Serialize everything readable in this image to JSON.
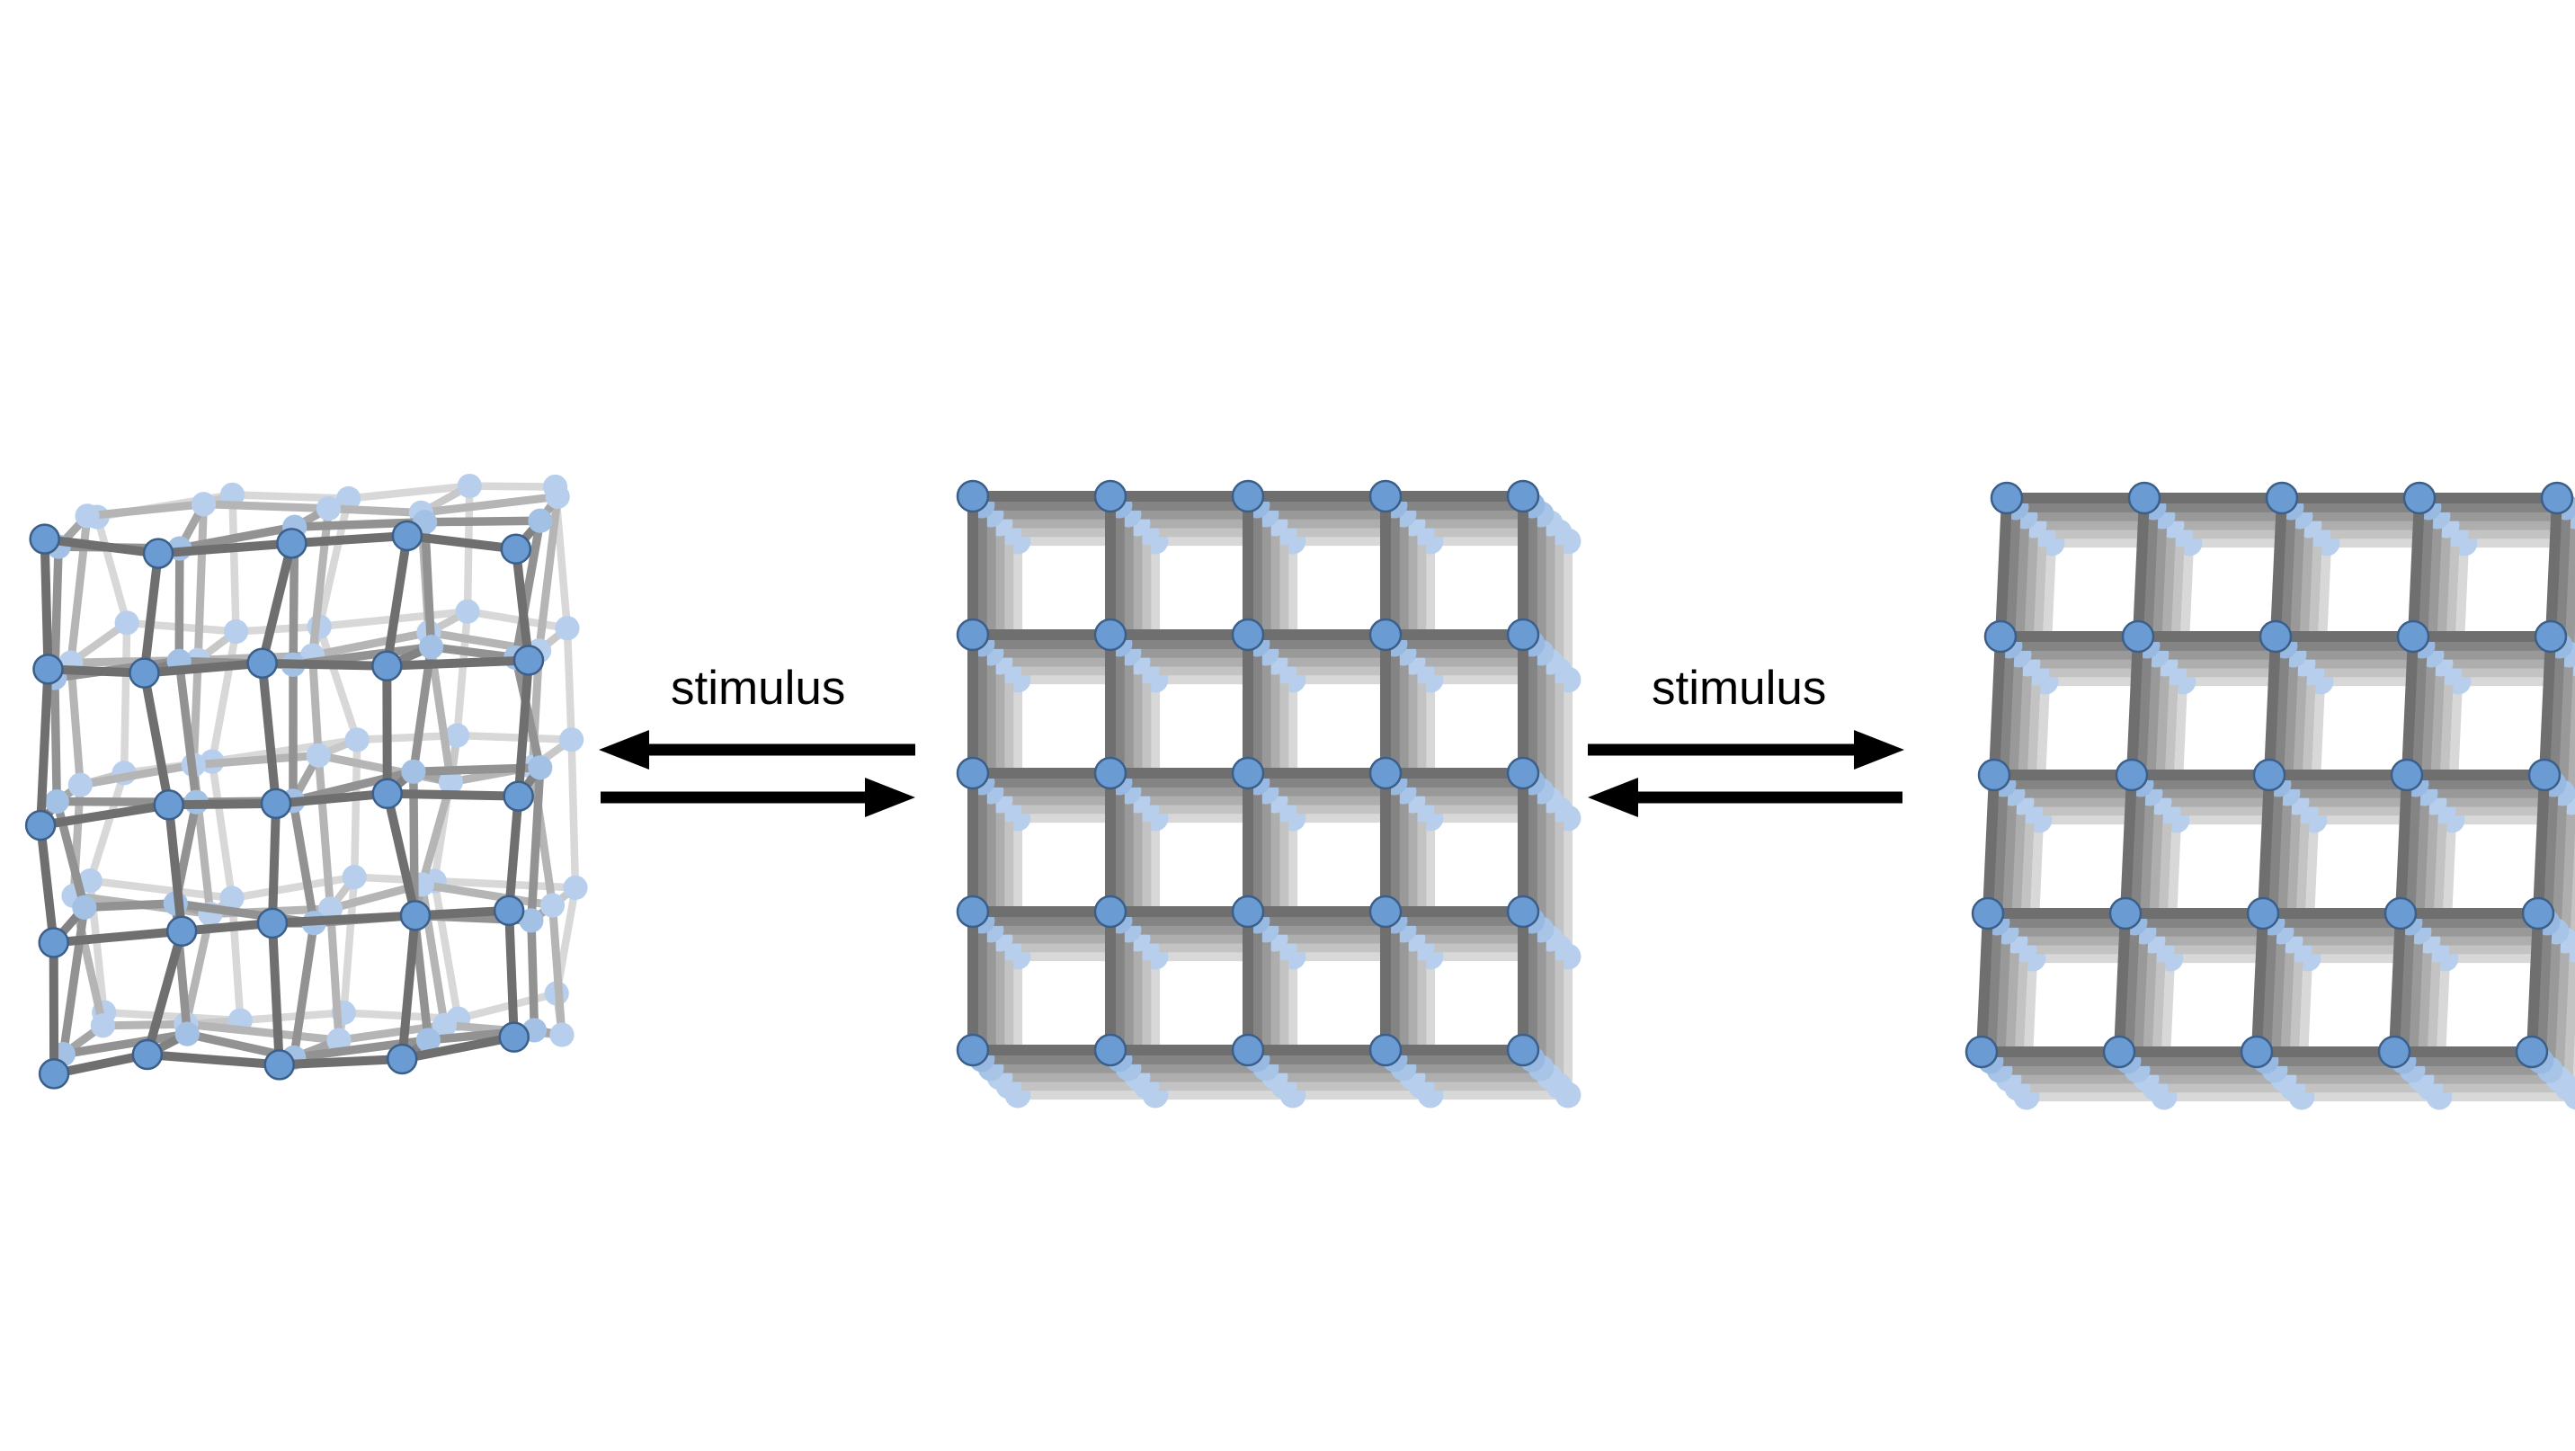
{
  "labels": {
    "left_stimulus": "stimulus",
    "right_stimulus": "stimulus"
  },
  "colors": {
    "background": "#ffffff",
    "strut_front": "#6f6f6f",
    "strut_mid": "#9c9c9c",
    "strut_back": "#d8d8d8",
    "node_front": "#6a9bd2",
    "node_front_outline": "#3c5f8a",
    "node_back": "#b7cfec",
    "arrow": "#000000"
  },
  "lattices": [
    {
      "name": "distorted-lattice",
      "state": "contracted-disordered"
    },
    {
      "name": "cubic-lattice",
      "state": "reference"
    },
    {
      "name": "sheared-lattice",
      "state": "sheared"
    }
  ],
  "equilibria": [
    {
      "name": "left-equilibrium",
      "icon": "equilibrium-arrows-icon"
    },
    {
      "name": "right-equilibrium",
      "icon": "equilibrium-arrows-icon"
    }
  ]
}
